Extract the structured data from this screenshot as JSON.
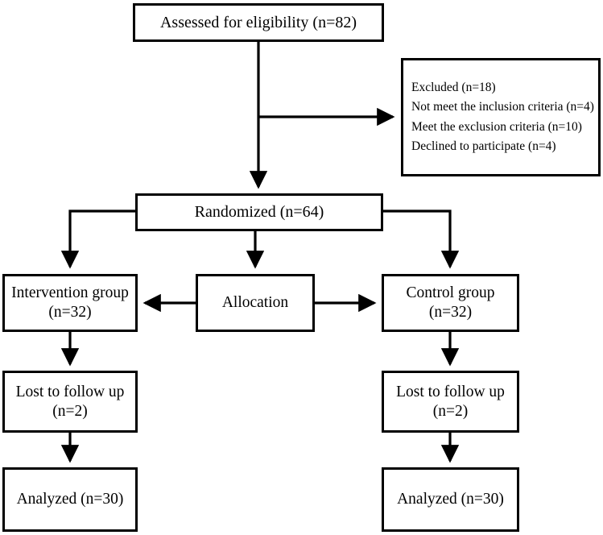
{
  "diagram": {
    "type": "consort-flow-diagram",
    "title": "",
    "background_color": "#ffffff",
    "line_color": "#000000",
    "text_color": "#000000",
    "nodes": {
      "assessed": {
        "label": "Assessed for eligibility (n=82)",
        "n": 82
      },
      "excluded": {
        "label": "Excluded (n=18)\nNot meet the inclusion criteria (n=4)\nMeet the exclusion criteria (n=10)\nDeclined to participate (n=4)",
        "lines": [
          "Excluded (n=18)",
          "Not meet the inclusion criteria (n=4)",
          "Meet the exclusion criteria (n=10)",
          "Declined to participate (n=4)"
        ],
        "n": 18
      },
      "randomized": {
        "label": "Randomized (n=64)",
        "n": 64
      },
      "intervention": {
        "label": "Intervention group\n(n=32)",
        "n": 32
      },
      "allocation": {
        "label": "Allocation"
      },
      "control": {
        "label": "Control group\n(n=32)",
        "n": 32
      },
      "lost_left": {
        "label": "Lost to follow up\n(n=2)",
        "n": 2
      },
      "lost_right": {
        "label": "Lost to follow up\n(n=2)",
        "n": 2
      },
      "analyzed_left": {
        "label": "Analyzed (n=30)",
        "n": 30
      },
      "analyzed_right": {
        "label": "Analyzed (n=30)",
        "n": 30
      }
    },
    "edges": [
      {
        "from": "assessed",
        "to": "randomized",
        "arrow": true
      },
      {
        "from": "assessed",
        "to": "excluded",
        "arrow": true
      },
      {
        "from": "randomized",
        "to": "intervention",
        "arrow": true
      },
      {
        "from": "randomized",
        "to": "control",
        "arrow": true
      },
      {
        "from": "randomized",
        "to": "allocation",
        "arrow": true
      },
      {
        "from": "allocation",
        "to": "intervention",
        "arrow": true
      },
      {
        "from": "allocation",
        "to": "control",
        "arrow": true
      },
      {
        "from": "intervention",
        "to": "lost_left",
        "arrow": true
      },
      {
        "from": "lost_left",
        "to": "analyzed_left",
        "arrow": true
      },
      {
        "from": "control",
        "to": "lost_right",
        "arrow": true
      },
      {
        "from": "lost_right",
        "to": "analyzed_right",
        "arrow": true
      }
    ]
  }
}
